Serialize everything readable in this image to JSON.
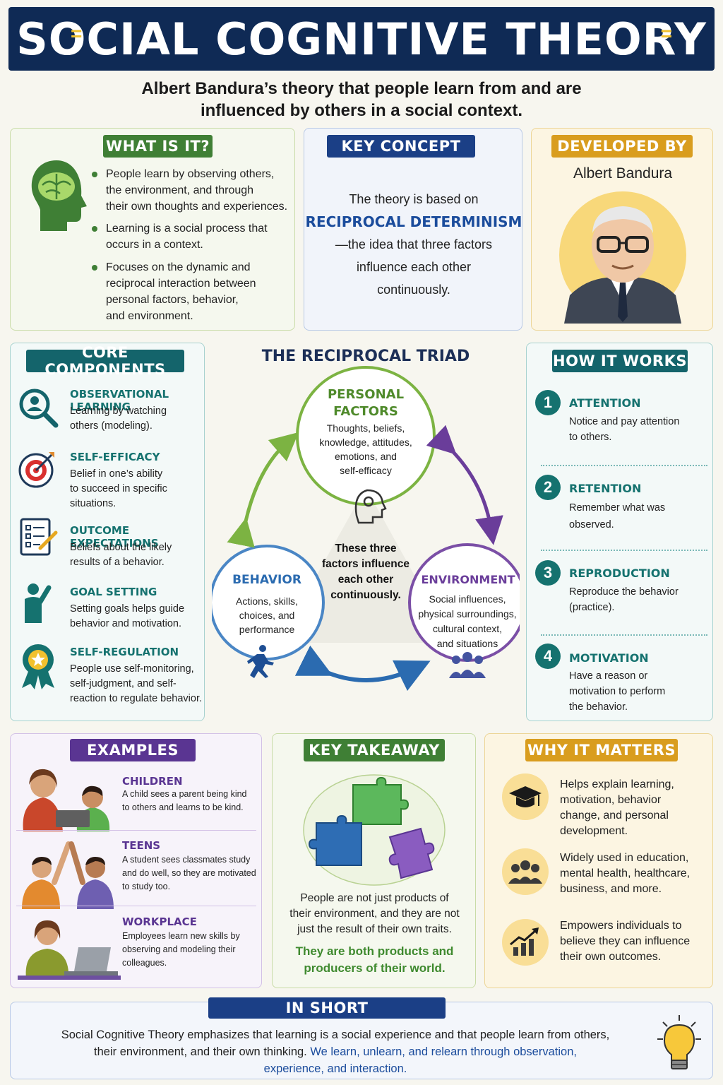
{
  "header": {
    "title": "SOCIAL COGNITIVE THEORY"
  },
  "subtitle": {
    "line1": "Albert Bandura’s theory that people learn from and are",
    "line2": "influenced by others in a social context."
  },
  "what_is_it": {
    "title": "WHAT IS IT?",
    "bullets": [
      [
        "People learn by observing others,",
        "the environment, and through",
        "their own thoughts and experiences."
      ],
      [
        "Learning is a social process that",
        "occurs in a context."
      ],
      [
        "Focuses on the dynamic and",
        "reciprocal interaction between",
        "personal factors, behavior,",
        "and environment."
      ]
    ]
  },
  "key_concept": {
    "title": "KEY CONCEPT",
    "line1": "The theory is based on",
    "highlight": "RECIPROCAL DETERMINISM",
    "line2": "—the idea that three factors",
    "line3": "influence each other",
    "line4": "continuously."
  },
  "developed_by": {
    "title": "DEVELOPED BY",
    "name": "Albert Bandura"
  },
  "core_components": {
    "title": "CORE COMPONENTS",
    "items": [
      {
        "name": "OBSERVATIONAL LEARNING",
        "lines": [
          "Learning by watching",
          "others (modeling)."
        ],
        "icon": "magnifier-person-icon"
      },
      {
        "name": "SELF-EFFICACY",
        "lines": [
          "Belief in one’s ability",
          "to succeed in specific",
          "situations."
        ],
        "icon": "target-icon"
      },
      {
        "name": "OUTCOME EXPECTATIONS",
        "lines": [
          "Beliefs about the likely",
          "results of a behavior."
        ],
        "icon": "checklist-icon"
      },
      {
        "name": "GOAL SETTING",
        "lines": [
          "Setting goals helps guide",
          "behavior and motivation."
        ],
        "icon": "raised-hand-person-icon"
      },
      {
        "name": "SELF-REGULATION",
        "lines": [
          "People use self-monitoring,",
          "self-judgment, and self-",
          "reaction to regulate behavior."
        ],
        "icon": "award-ribbon-icon"
      }
    ]
  },
  "triad": {
    "title": "THE RECIPROCAL TRIAD",
    "personal": {
      "title1": "PERSONAL",
      "title2": "FACTORS",
      "lines": [
        "Thoughts, beliefs,",
        "knowledge, attitudes,",
        "emotions, and",
        "self-efficacy"
      ]
    },
    "behavior": {
      "title": "BEHAVIOR",
      "lines": [
        "Actions, skills,",
        "choices, and",
        "performance"
      ]
    },
    "environment": {
      "title": "ENVIRONMENT",
      "lines": [
        "Social influences,",
        "physical surroundings,",
        "cultural context,",
        "and situations"
      ]
    },
    "center": [
      "These three",
      "factors influence",
      "each other",
      "continuously."
    ],
    "colors": {
      "personal": "#7cb342",
      "behavior": "#4a86c5",
      "environment": "#7b4fa6"
    }
  },
  "how_it_works": {
    "title": "HOW IT WORKS",
    "steps": [
      {
        "num": "1",
        "name": "ATTENTION",
        "lines": [
          "Notice and pay attention",
          "to others."
        ]
      },
      {
        "num": "2",
        "name": "RETENTION",
        "lines": [
          "Remember what was",
          "observed."
        ]
      },
      {
        "num": "3",
        "name": "REPRODUCTION",
        "lines": [
          "Reproduce the behavior",
          "(practice)."
        ]
      },
      {
        "num": "4",
        "name": "MOTIVATION",
        "lines": [
          "Have a reason or",
          "motivation to perform",
          "the behavior."
        ]
      }
    ]
  },
  "examples": {
    "title": "EXAMPLES",
    "items": [
      {
        "name": "CHILDREN",
        "lines": [
          "A child sees a parent being kind",
          "to others and learns to be kind."
        ]
      },
      {
        "name": "TEENS",
        "lines": [
          "A student sees classmates study",
          "and do well, so they are motivated",
          "to study too."
        ]
      },
      {
        "name": "WORKPLACE",
        "lines": [
          "Employees learn new skills by",
          "observing and modeling their",
          "colleagues."
        ]
      }
    ]
  },
  "key_takeaway": {
    "title": "KEY TAKEAWAY",
    "lines": [
      "People are not just products of",
      "their environment, and they are not",
      "just the result of their own traits."
    ],
    "highlight": [
      "They are both products and",
      "producers of their world."
    ]
  },
  "why_it_matters": {
    "title": "WHY IT MATTERS",
    "items": [
      {
        "lines": [
          "Helps explain learning,",
          "motivation, behavior",
          "change, and personal",
          "development."
        ],
        "icon": "graduation-cap-icon"
      },
      {
        "lines": [
          "Widely used in education,",
          "mental health, healthcare,",
          "business, and more."
        ],
        "icon": "group-icon"
      },
      {
        "lines": [
          "Empowers individuals to",
          "believe they can influence",
          "their own outcomes."
        ],
        "icon": "growth-chart-icon"
      }
    ]
  },
  "in_short": {
    "title": "IN SHORT",
    "line1": "Social Cognitive Theory emphasizes that learning is a social experience and that people learn from others,",
    "line2a": "their environment, and their own thinking. ",
    "line2b": "We learn, unlearn, and relearn through observation,",
    "line3": "experience, and interaction."
  }
}
